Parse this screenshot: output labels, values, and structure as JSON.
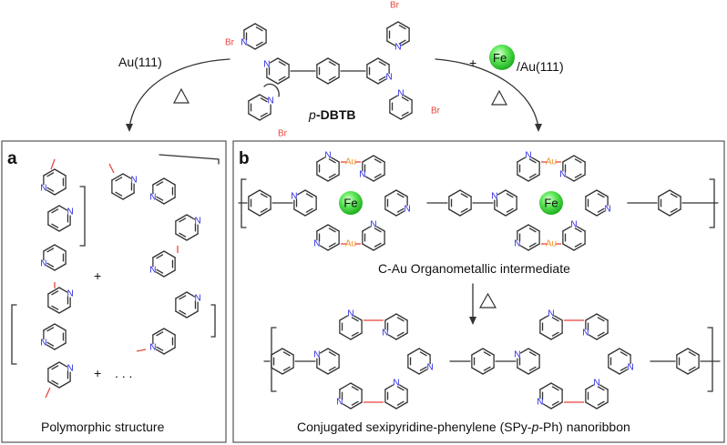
{
  "reactant": {
    "prefix": "p",
    "name": "-DBTB"
  },
  "left_arrow": {
    "condition": "Au(111)",
    "heat_symbol": "triangle"
  },
  "right_arrow": {
    "plus": "+",
    "metal": "Fe",
    "condition": "/Au(111)",
    "heat_symbol": "triangle"
  },
  "panel_a": {
    "label": "a",
    "caption": "Polymorphic structure",
    "plus1": "+",
    "plus2": "+",
    "ellipsis": ". . ."
  },
  "panel_b": {
    "label": "b",
    "intermediate_caption": "C-Au Organometallic intermediate",
    "metal_label": "Fe",
    "au_label": "Au",
    "product_caption_pre": "Conjugated sexipyridine-phenylene (SPy-",
    "product_caption_italic": "p",
    "product_caption_post": "-Ph) nanoribbon"
  },
  "atoms": {
    "N": "N",
    "Br": "Br"
  },
  "colors": {
    "nitrogen": "#2a2ae0",
    "bromine": "#e8453c",
    "gold": "#f0902a",
    "new_bond": "#e8453c",
    "iron_sphere": "#3fd83f"
  }
}
